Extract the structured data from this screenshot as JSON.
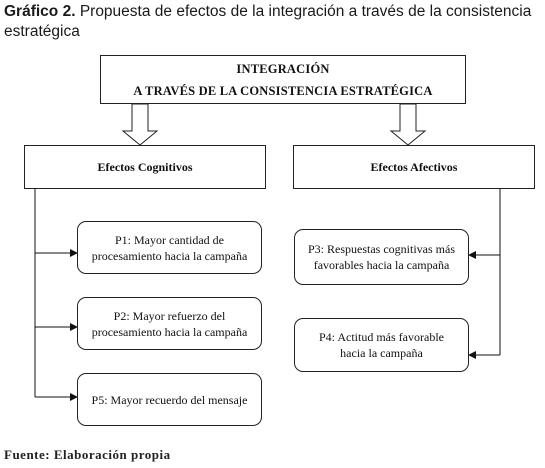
{
  "caption": {
    "prefix": "Gráfico 2.",
    "text": "Propuesta de efectos de la integración a través de la consistencia estratégica"
  },
  "title": {
    "line1": "INTEGRACIÓN",
    "line2": "A TRAVÉS DE LA CONSISTENCIA ESTRATÉGICA"
  },
  "branches": {
    "cognitive": "Efectos Cognitivos",
    "affective": "Efectos Afectivos"
  },
  "propositions": {
    "p1": {
      "line1": "P1: Mayor cantidad de",
      "line2": "procesamiento hacia la campaña"
    },
    "p2": {
      "line1": "P2: Mayor refuerzo del",
      "line2": "procesamiento hacia la campaña"
    },
    "p5": {
      "line1": "P5: Mayor recuerdo del mensaje"
    },
    "p3": {
      "line1": "P3: Respuestas cognitivas más",
      "line2": "favorables hacia la campaña"
    },
    "p4": {
      "line1": "P4: Actitud más favorable",
      "line2": "hacia la campaña"
    }
  },
  "source": "Fuente: Elaboración propia"
}
